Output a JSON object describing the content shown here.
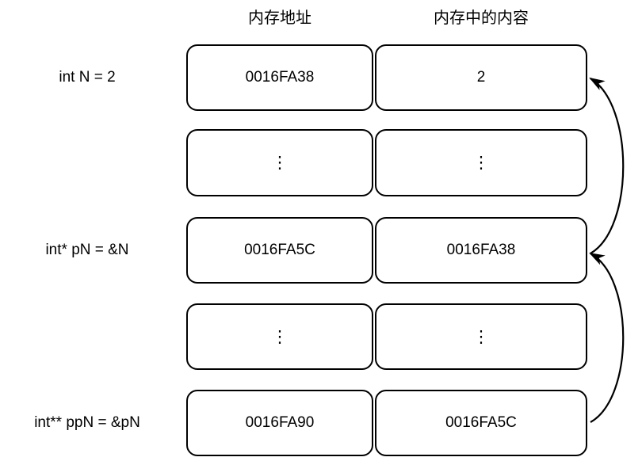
{
  "diagram": {
    "title_headers": {
      "address": "内存地址",
      "content": "内存中的内容"
    },
    "row_labels": [
      "int N = 2",
      "",
      "int* pN = &N",
      "",
      "int** ppN = &pN"
    ],
    "rows": [
      {
        "address": "0016FA38",
        "content": "2"
      },
      {
        "address": "⋮",
        "content": "⋮"
      },
      {
        "address": "0016FA5C",
        "content": "0016FA38"
      },
      {
        "address": "⋮",
        "content": "⋮"
      },
      {
        "address": "0016FA90",
        "content": "0016FA5C"
      }
    ],
    "arrows": [
      {
        "name": "pN-points-to-N",
        "from_row": 3,
        "to_row": 1
      },
      {
        "name": "ppN-points-to-pN",
        "from_row": 5,
        "to_row": 3
      }
    ],
    "colors": {
      "stroke": "#000000",
      "background": "#ffffff",
      "text": "#000000"
    }
  }
}
